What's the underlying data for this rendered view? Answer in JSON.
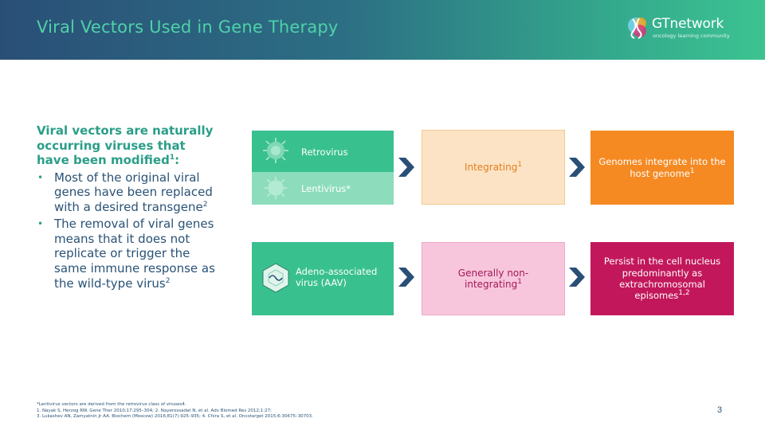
{
  "slide": {
    "title": "Viral Vectors Used in Gene Therapy",
    "page_number": "3"
  },
  "logo": {
    "name": "GTnetwork",
    "tagline": "oncology learning community"
  },
  "intro": {
    "text": "Viral vectors are naturally occurring viruses that have been modified",
    "sup": "1",
    "tail": ":"
  },
  "bullets": [
    {
      "text": "Most of the original viral genes have been replaced with a desired transgene",
      "sup": "2"
    },
    {
      "text": "The removal of viral genes means that it does not replicate or trigger the same immune response as the wild-type virus",
      "sup": "2"
    }
  ],
  "vectors": {
    "retrovirus": "Retrovirus",
    "lentivirus": "Lentivirus*",
    "aav": "Adeno-associated virus (AAV)"
  },
  "integration": {
    "integrating": "Integrating",
    "integrating_sup": "1",
    "non_integrating": "Generally non-integrating",
    "non_integrating_sup": "1"
  },
  "outcomes": {
    "integrate": "Genomes integrate into the host genome",
    "integrate_sup": "1",
    "persist": "Persist in the cell nucleus predominantly as extrachromosomal episomes",
    "persist_sup": "1,2"
  },
  "footnotes": [
    "*Lentivirus vectors are derived from the retrovirus class of viruses4.",
    "1. Nayak S, Herzog RW. Gene Ther 2010;17:295–304; 2. Nayerossadat N, et al. Adv Biomed Res 2012;1:27;",
    "3. Lukashev AN, Zamyatnin Jr AA. Biochem (Moscow) 2016;81(7):925–935; 4. Chira S, et al. Oncotarget 2015;6:30675–30703."
  ],
  "colors": {
    "header_left": "#2a4f77",
    "header_right": "#3cc391",
    "vector_green": "#39c08f",
    "vector_light_green": "#8dddbd",
    "integrating_bg": "#fde3c5",
    "non_integrating_bg": "#f7c6dd",
    "outcome_orange": "#f58a23",
    "outcome_magenta": "#c2185b",
    "navy_text": "#2a5276"
  },
  "icons": {
    "logo": "dna-helix-icon",
    "retrovirus": "spiky-virus-icon",
    "lentivirus": "spiky-virus-icon",
    "aav": "icosahedral-virus-icon",
    "arrow": "chevron-right-icon"
  }
}
